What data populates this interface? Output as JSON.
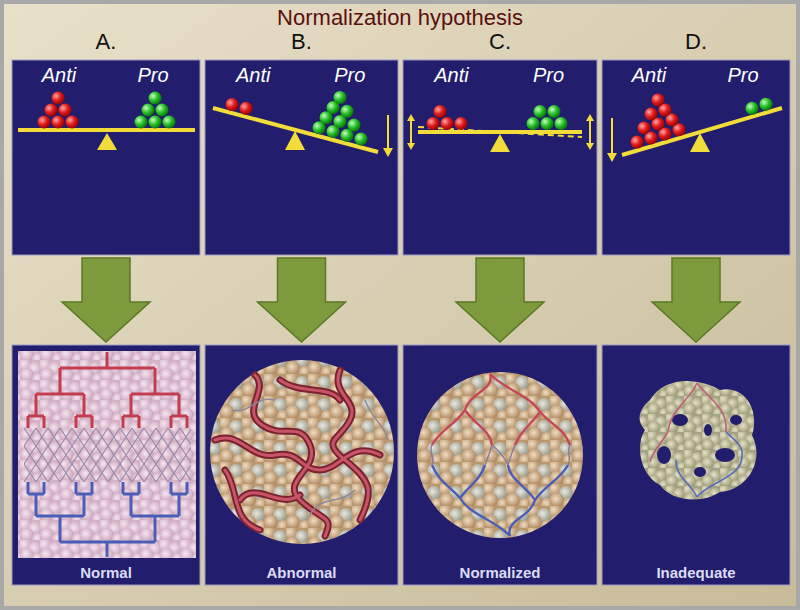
{
  "diagram": {
    "title": "Normalization hypothesis",
    "nodes": [
      {
        "text": [
          "A.",
          "Anti",
          "Pro"
        ]
      },
      {
        "text": [
          "B.",
          "Anti",
          "Pro"
        ]
      },
      {
        "text": [
          "C.",
          "Anti",
          "Pro"
        ]
      },
      {
        "text": [
          "D.",
          "Anti",
          "Pro"
        ]
      },
      {
        "text": [
          "Normal"
        ]
      },
      {
        "text": [
          "Abnormal"
        ]
      },
      {
        "text": [
          "Normalized"
        ]
      },
      {
        "text": [
          "Inadequate"
        ]
      }
    ],
    "edges": [
      {
        "from": 0,
        "to": 4,
        "arrow": "to"
      },
      {
        "from": 1,
        "to": 5,
        "arrow": "to"
      },
      {
        "from": 2,
        "to": 6,
        "arrow": "to"
      },
      {
        "from": 3,
        "to": 7,
        "arrow": "to"
      }
    ]
  }
}
